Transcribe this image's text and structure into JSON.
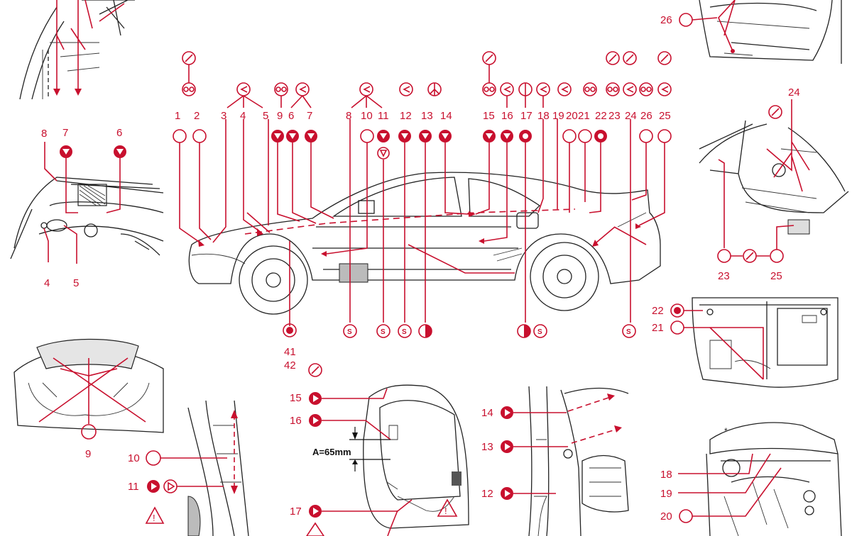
{
  "diagram": {
    "accent_color": "#c8102e",
    "line_color": "#222222",
    "dimension_label": "A=65mm",
    "top_markers": [
      "1",
      "2",
      "3",
      "4",
      "5",
      "9",
      "6",
      "7",
      "8",
      "10",
      "11",
      "12",
      "13",
      "14",
      "15",
      "16",
      "17",
      "18",
      "19",
      "20",
      "21",
      "22",
      "23",
      "24",
      "26",
      "25"
    ],
    "bottom_markers": [
      "41",
      "42"
    ],
    "engine_bay_labels": [
      "8",
      "7",
      "6",
      "4",
      "5"
    ],
    "hood_label": "9",
    "front_pillar_labels": [
      "10",
      "11"
    ],
    "door_labels": [
      "15",
      "16",
      "17"
    ],
    "rear_pillar_labels": [
      "14",
      "13",
      "12"
    ],
    "rear_hatch_labels": [
      "26"
    ],
    "trunk_labels": [
      "24",
      "23",
      "25"
    ],
    "tailgate_labels": [
      "22",
      "21"
    ],
    "rear_corner_labels": [
      "18",
      "19",
      "20"
    ]
  }
}
